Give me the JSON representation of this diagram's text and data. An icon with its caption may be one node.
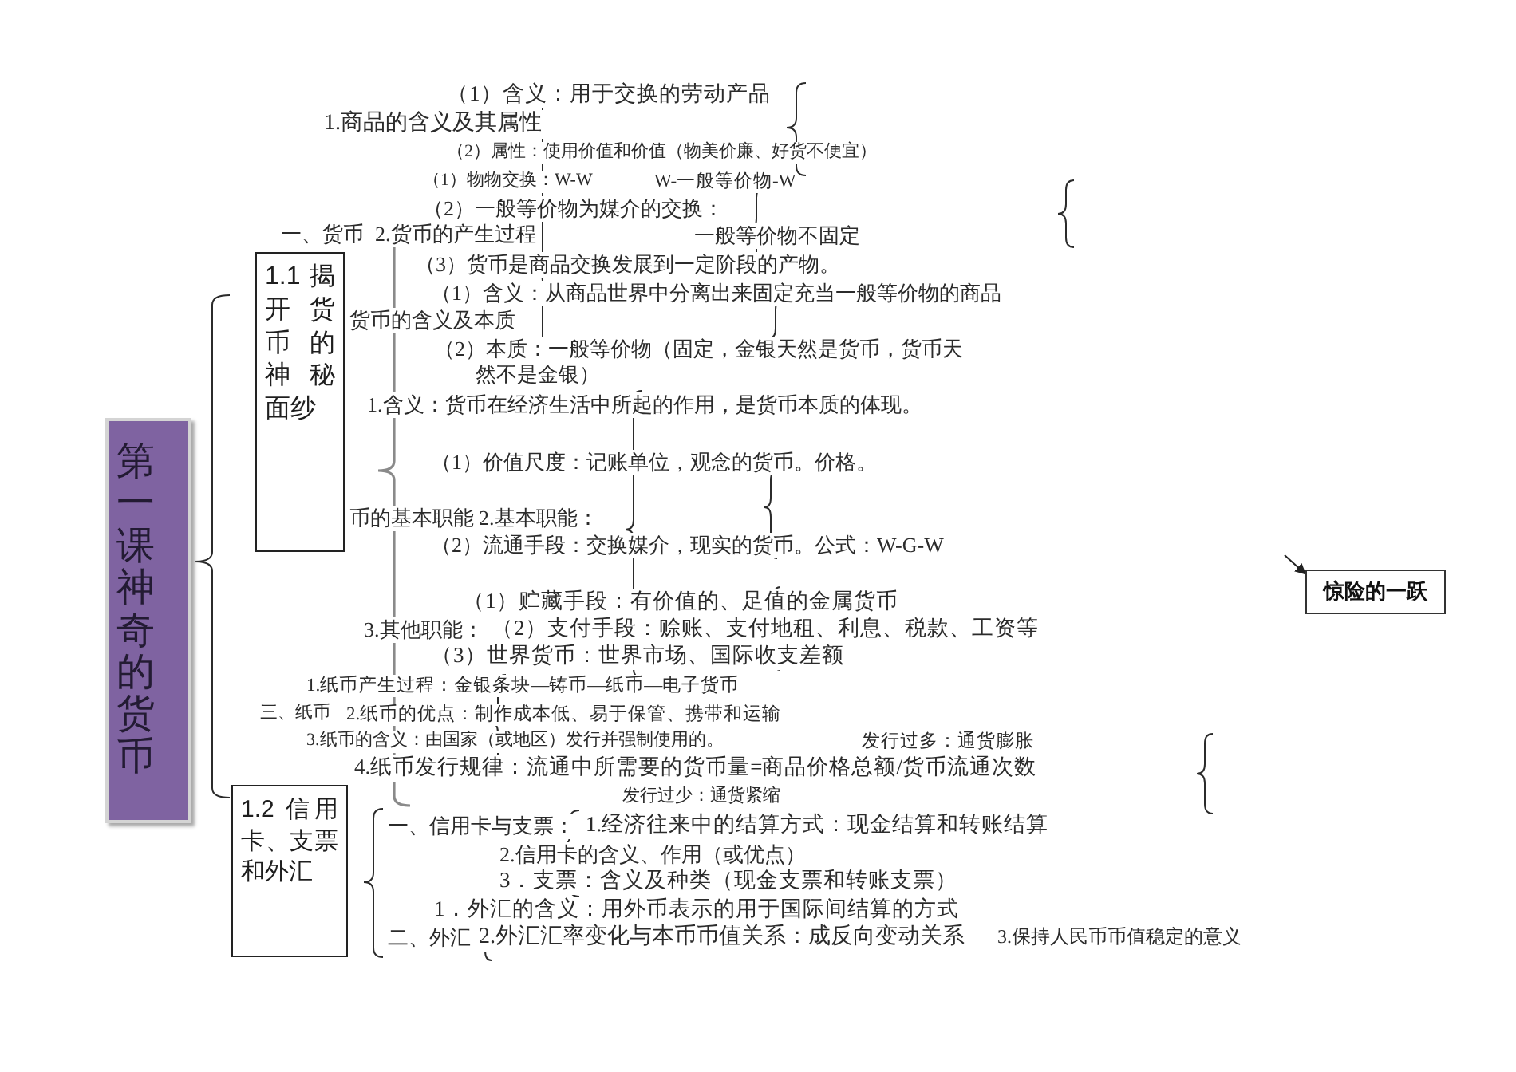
{
  "diagram": {
    "nodes": [
      {
        "text": [
          "第一课神奇的货币"
        ]
      },
      {
        "text": [
          "1.1 揭开货币的神秘面纱"
        ]
      },
      {
        "text": [
          "1.2 信用卡、支票和外汇"
        ]
      },
      {
        "text": [
          "惊险的一跃"
        ]
      }
    ],
    "edges": [
      {
        "from": null,
        "to": 3,
        "arrow": "to"
      }
    ],
    "labels": [
      "（1）含义：用于交换的劳动产品",
      "1.商品的含义及其属性",
      "（2）属性：使用价值和价值（物美价廉、好货不便宜）",
      "（1）物物交换：W-W",
      "W-一般等价物-W",
      "（2）一般等价物为媒介的交换：",
      "一、货币",
      "2.货币的产生过程",
      "一般等价物不固定",
      "（3）货币是商品交换发展到一定阶段的产物。",
      "（1）含义：从商品世界中分离出来固定充当一般等价物的商品",
      "货币的含义及本质",
      "（2）本质：一般等价物（固定，金银天然是货币，货币天然不是金银）",
      "1.含义：货币在经济生活中所起的作用，是货币本质的体现。",
      "（1）价值尺度：记账单位，观念的货币。价格。",
      "币的基本职能",
      "2.基本职能：",
      "（2）流通手段：交换媒介，现实的货币。公式：W-G-W",
      "（1）贮藏手段：有价值的、足值的金属货币",
      "3.其他职能：",
      "（2）支付手段：赊账、支付地租、利息、税款、工资等",
      "（3）世界货币：世界市场、国际收支差额",
      "1.纸币产生过程：金银条块—铸币—纸币—电子货币",
      "三、纸币",
      "2.纸币的优点：制作成本低、易于保管、携带和运输",
      "3.纸币的含义：由国家（或地区）发行并强制使用的。",
      "发行过多：通货膨胀",
      "4.纸币发行规律：流通中所需要的货币量=商品价格总额/货币流通次数",
      "发行过少：通货紧缩",
      "一、信用卡与支票：",
      "1.经济往来中的结算方式：现金结算和转账结算",
      "2.信用卡的含义、作用（或优点）",
      "3．支票：含义及种类（现金支票和转账支票）",
      "1．外汇的含义：用外币表示的用于国际间结算的方式",
      "二、外汇",
      "2.外汇汇率变化与本币币值关系：成反向变动关系",
      "3.保持人民币币值稳定的意义"
    ]
  }
}
